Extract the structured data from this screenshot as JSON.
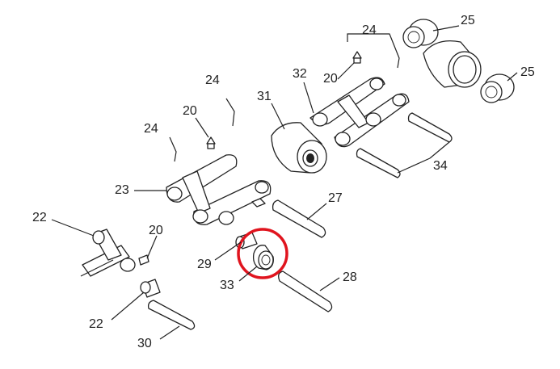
{
  "labels": {
    "l24a": "24",
    "l25a": "25",
    "l25b": "25",
    "l20a": "20",
    "l32": "32",
    "l24b": "24",
    "l31": "31",
    "l20b": "20",
    "l24c": "24",
    "l34": "34",
    "l23": "23",
    "l27": "27",
    "l22a": "22",
    "l20c": "20",
    "l29": "29",
    "l33": "33",
    "l28": "28",
    "l22b": "22",
    "l30": "30"
  },
  "highlight": {
    "color": "#e0141e",
    "target_label": "33"
  },
  "line_color": "#222222"
}
